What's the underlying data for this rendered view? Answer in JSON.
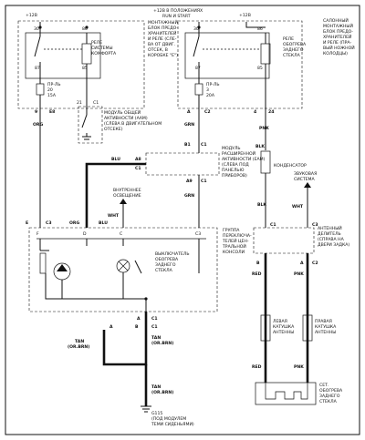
{
  "top": {
    "v12_left": "+12В",
    "v12_center": "+12В В ПОЛОЖЕНИЯХ",
    "run_start": "RUN И START",
    "v12_right": "+12В"
  },
  "blocks": {
    "mount_left": [
      "МОНТАЖНЫЙ",
      "БЛОК ПРЕДО-",
      "ХРАНИТЕЛЕЙ",
      "И РЕЛЕ (СЛЕ-",
      "ВА ОТ ДВИГ.",
      "ОТСЕК, В",
      "КОРОБКЕ \"E\")"
    ],
    "mount_right": [
      "САЛОННЫЙ",
      "МОНТАЖНЫЙ",
      "БЛОК ПРЕДО-",
      "ХРАНИТЕЛЕЙ",
      "И РЕЛЕ (ПРА-",
      "ВЫЙ НОЖНОЙ",
      "КОЛОДЦЫ)"
    ],
    "relay_comfort": [
      "РЕЛЕ",
      "СИСТЕМЫ",
      "КОМФОРТА"
    ],
    "relay_heat": [
      "РЕЛЕ",
      "ОБОГРЕВА",
      "ЗАДНЕГО",
      "СТЕКЛА"
    ],
    "fuse_left": [
      "ПР-ЛЬ",
      "20",
      "15А"
    ],
    "fuse_right": [
      "ПР-ЛЬ",
      "3",
      "20А"
    ],
    "aam": [
      "МОДУЛЬ ОБЩЕЙ",
      "АКТИВНОСТИ (ААМ)",
      "(СЛЕВА В ДВИГАТЕЛЬНОМ",
      "ОТСЕКЕ)"
    ],
    "eam": [
      "МОДУЛЬ",
      "РАСШИРЕННОЙ",
      "АКТИВНОСТИ (ЕАМ)",
      "(СЛЕВА ПОД",
      "ПАНЕЛЬЮ",
      "ПРИБОРОВ)"
    ],
    "condenser": "КОНДЕНСАТОР",
    "sound": [
      "ЗВУКОВАЯ",
      "СИСТЕМА"
    ],
    "antenna_div": [
      "АНТЕННЫЙ",
      "ДЕЛИТЕЛЬ",
      "(СПРАВА НА",
      "ДВЕРИ ЗАДКА)"
    ],
    "switch_group": [
      "ГРУППА",
      "ПЕРЕКЛЮЧА-",
      "ТЕЛЕЙ ЦЕН-",
      "ТРАЛЬНОЙ",
      "КОНСОЛИ"
    ],
    "heat_switch": [
      "ВЫКЛЮЧАТЕЛЬ",
      "ОБОГРЕВА",
      "ЗАДНЕГО",
      "СТЕКЛА"
    ],
    "interior_light": [
      "ВНУТРЕННЕЕ",
      "ОСВЕЩЕНИЕ"
    ],
    "left_coil": [
      "ЛЕВАЯ",
      "КАТУШКА",
      "АНТЕННЫ"
    ],
    "right_coil": [
      "ПРАВАЯ",
      "КАТУШКА",
      "АНТЕННЫ"
    ],
    "grid": [
      "СЕТ.",
      "ОБОГРЕВА",
      "ЗАДНЕГО",
      "СТЕКЛА"
    ],
    "ground": [
      "G115",
      "(ПОД МОДУЛЕМ",
      "ТЕМИ СИДЕНЬЯМИ)"
    ]
  },
  "pins": {
    "p30l": "30",
    "p86l": "86",
    "p87l": "87",
    "p85l": "85",
    "p30r": "30",
    "p86r": "86",
    "p87r": "87",
    "p85r": "85",
    "p9": "9",
    "p21": "21",
    "p1": "1",
    "p4": "4",
    "p24": "24",
    "e8": "E8",
    "c1a": "C1",
    "a": "A",
    "c2a": "C2",
    "b1": "B1",
    "c1b": "C1",
    "a8": "A8",
    "c1c": "C1",
    "c1d": "C1",
    "a9": "A9",
    "c3": "C3",
    "c1e": "C1",
    "f1": "F",
    "e1": "E",
    "d1": "D",
    "c1f": "C",
    "c3b": "C3",
    "a1": "A",
    "c1g": "C1",
    "c2b": "C2",
    "b2": "B",
    "a2": "A",
    "c2c": "C2",
    "c1h": "C1",
    "c1i": "C1",
    "c3c": "C3",
    "c1j": "C1",
    "cs1": "C1",
    "cs2": "C1"
  },
  "wires": {
    "org1": "ORG",
    "org2": "ORG",
    "blu1": "BLU",
    "blu2": "BLU",
    "grn1": "GRN",
    "grn2": "GRN",
    "wht1": "WHT",
    "wht2": "WHT",
    "pnk1": "PNK",
    "pnk2": "PNK",
    "pnk3": "PNK",
    "blk1": "BLK",
    "blk2": "BLK",
    "red1": "RED",
    "red2": "RED",
    "tan1": [
      "TAN",
      "(OR.BRN)"
    ],
    "tan2": [
      "TAN",
      "(OR.BRN)"
    ],
    "tan3": [
      "TAN",
      "(OR.BRN)"
    ]
  }
}
